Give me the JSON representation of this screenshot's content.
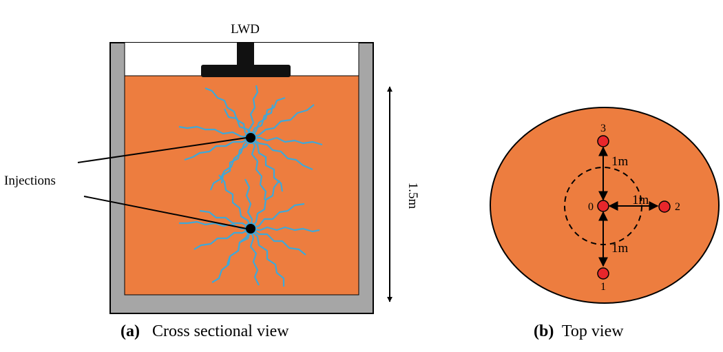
{
  "panel_a": {
    "top_label": "LWD",
    "side_label": "Injections",
    "dimension_label": "1.5m",
    "caption_prefix": "(a)",
    "caption_text": "Cross sectional view"
  },
  "panel_b": {
    "points": [
      {
        "id": "0",
        "label": "0"
      },
      {
        "id": "1",
        "label": "1"
      },
      {
        "id": "2",
        "label": "2"
      },
      {
        "id": "3",
        "label": "3"
      }
    ],
    "spacing_label_top": "1m",
    "spacing_label_right": "1m",
    "spacing_label_bottom": "1m",
    "caption_prefix": "(b)",
    "caption_text": "Top view"
  },
  "colors": {
    "soil": "#ed7d3f",
    "box_wall": "#a6a6a6",
    "crack": "#3fa8d8",
    "point_fill": "#e8262b",
    "injection": "#000000"
  }
}
